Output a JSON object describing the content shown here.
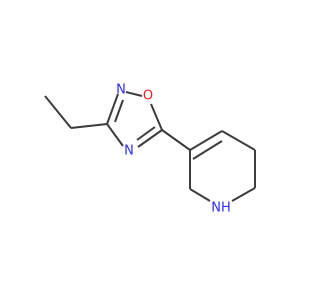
{
  "molecule": {
    "atoms": {
      "n_oxadiazole_2": "N",
      "o_oxadiazole_1": "O",
      "n_oxadiazole_4": "N",
      "nh_piperidine": "NH"
    }
  },
  "colors": {
    "bond": "#3c3c3c",
    "nitrogen": "#2c2cf2",
    "oxygen": "#ef1d1d",
    "background": "#ffffff"
  }
}
